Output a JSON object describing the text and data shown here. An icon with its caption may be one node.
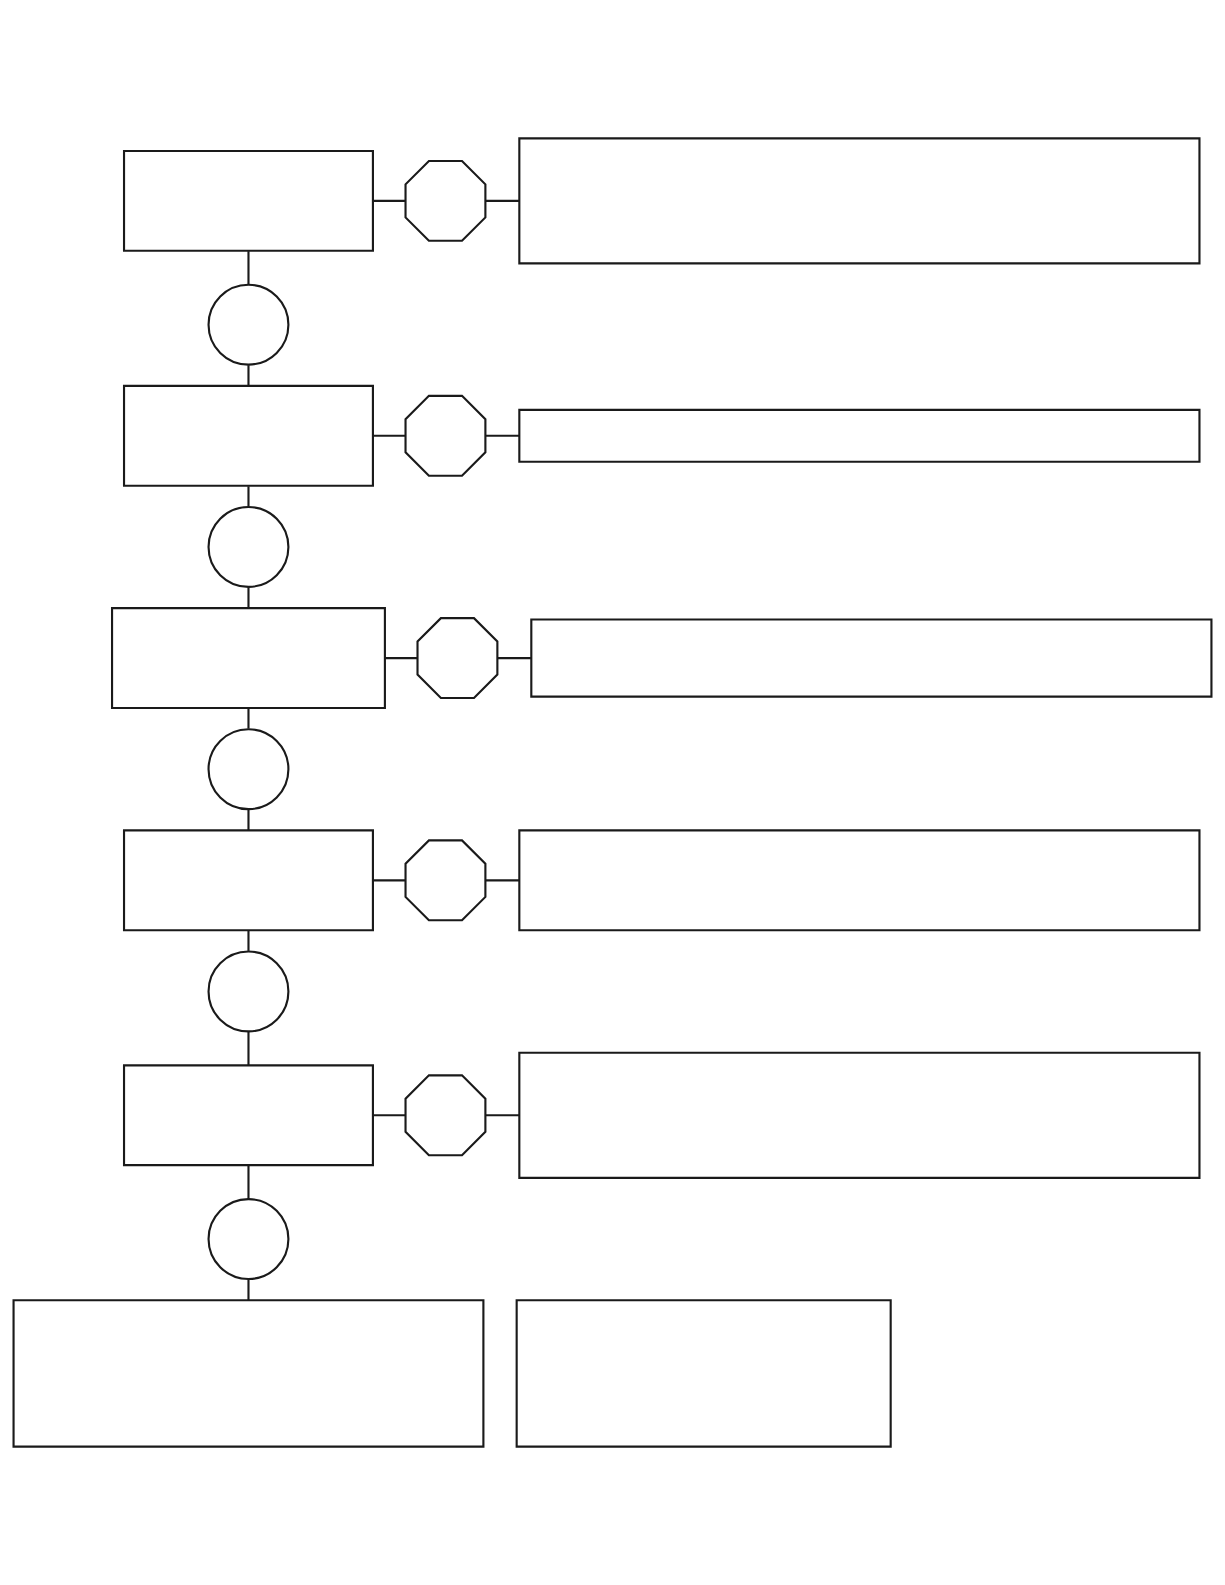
{
  "diagram": {
    "nodes": [
      {
        "text": [],
        "shape": "box"
      },
      {
        "text": [],
        "shape": "octagon"
      },
      {
        "text": [],
        "shape": "box"
      },
      {
        "text": [],
        "shape": "circle"
      },
      {
        "text": [],
        "shape": "box"
      },
      {
        "text": [],
        "shape": "octagon"
      },
      {
        "text": [],
        "shape": "box"
      },
      {
        "text": [],
        "shape": "circle"
      },
      {
        "text": [],
        "shape": "box"
      },
      {
        "text": [],
        "shape": "octagon"
      },
      {
        "text": [],
        "shape": "box"
      },
      {
        "text": [],
        "shape": "circle"
      },
      {
        "text": [],
        "shape": "box"
      },
      {
        "text": [],
        "shape": "octagon"
      },
      {
        "text": [],
        "shape": "box"
      },
      {
        "text": [],
        "shape": "circle"
      },
      {
        "text": [],
        "shape": "box"
      },
      {
        "text": [],
        "shape": "octagon"
      },
      {
        "text": [],
        "shape": "box"
      },
      {
        "text": [],
        "shape": "circle"
      },
      {
        "text": [],
        "shape": "box"
      },
      {
        "text": [],
        "shape": "box"
      }
    ],
    "edges": [
      {
        "from": 0,
        "to": 1,
        "arrow": "none"
      },
      {
        "from": 1,
        "to": 2,
        "arrow": "none"
      },
      {
        "from": 0,
        "to": 3,
        "arrow": "none"
      },
      {
        "from": 3,
        "to": 4,
        "arrow": "none"
      },
      {
        "from": 4,
        "to": 5,
        "arrow": "none"
      },
      {
        "from": 5,
        "to": 6,
        "arrow": "none"
      },
      {
        "from": 4,
        "to": 7,
        "arrow": "none"
      },
      {
        "from": 7,
        "to": 8,
        "arrow": "none"
      },
      {
        "from": 8,
        "to": 9,
        "arrow": "none"
      },
      {
        "from": 9,
        "to": 10,
        "arrow": "none"
      },
      {
        "from": 8,
        "to": 11,
        "arrow": "none"
      },
      {
        "from": 11,
        "to": 12,
        "arrow": "none"
      },
      {
        "from": 12,
        "to": 13,
        "arrow": "none"
      },
      {
        "from": 13,
        "to": 14,
        "arrow": "none"
      },
      {
        "from": 12,
        "to": 15,
        "arrow": "none"
      },
      {
        "from": 15,
        "to": 16,
        "arrow": "none"
      },
      {
        "from": 16,
        "to": 17,
        "arrow": "none"
      },
      {
        "from": 17,
        "to": 18,
        "arrow": "none"
      },
      {
        "from": 16,
        "to": 19,
        "arrow": "none"
      },
      {
        "from": 19,
        "to": 20,
        "arrow": "none"
      }
    ]
  }
}
